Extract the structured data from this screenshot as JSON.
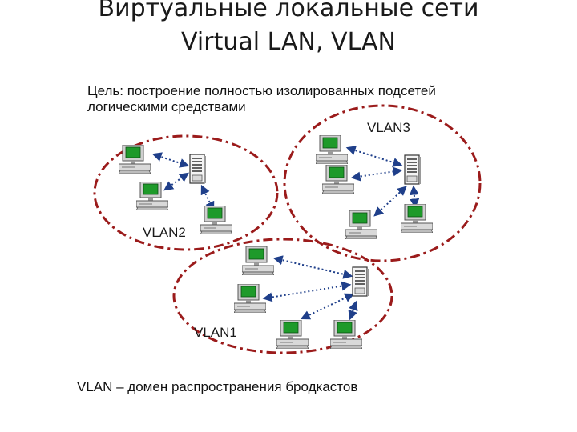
{
  "title": {
    "line1": "Виртуальные локальные сети",
    "line2": "Virtual LAN, VLAN"
  },
  "goal": {
    "line1": "Цель: построение полностью изолированных подсетей",
    "line2": "логическими средствами"
  },
  "vlans": {
    "vlan1": "VLAN1",
    "vlan2": "VLAN2",
    "vlan3": "VLAN3"
  },
  "footer": "VLAN – домен распространения бродкастов",
  "colors": {
    "ellipse": "#9b1b1b",
    "link": "#1f3f8a",
    "screen": "#1e9a2a",
    "computer_body": "#d9d9d9"
  },
  "icons": {
    "workstation": "computer-icon",
    "server": "server-icon"
  }
}
